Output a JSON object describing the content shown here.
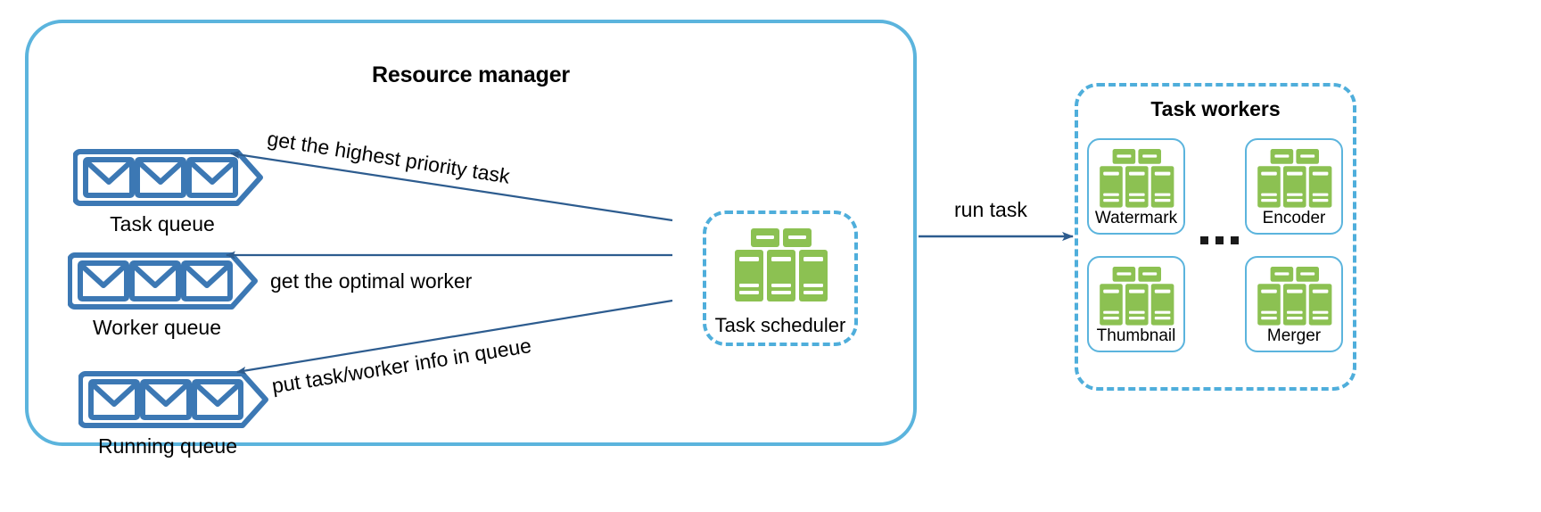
{
  "diagram": {
    "title": "Resource manager / Task workers architecture",
    "colors": {
      "container_border": "#5BB4DD",
      "dashed_border": "#4FAEDB",
      "queue_blue": "#3C78B4",
      "server_green": "#8CC152",
      "arrow_navy": "#2D5C8F",
      "text": "#000000",
      "background": "#FFFFFF"
    }
  },
  "resource_manager": {
    "title": "Resource manager",
    "queues": [
      {
        "id": "task",
        "label": "Task queue",
        "icon": "envelope-icon",
        "item_count": 3
      },
      {
        "id": "worker",
        "label": "Worker queue",
        "icon": "envelope-icon",
        "item_count": 3
      },
      {
        "id": "running",
        "label": "Running queue",
        "icon": "envelope-icon",
        "item_count": 3
      }
    ],
    "scheduler": {
      "label": "Task scheduler",
      "icon": "server-rack-icon"
    }
  },
  "task_workers": {
    "title": "Task workers",
    "ellipsis": "...",
    "workers": [
      {
        "id": "watermark",
        "label": "Watermark",
        "icon": "server-rack-icon"
      },
      {
        "id": "encoder",
        "label": "Encoder",
        "icon": "server-rack-icon"
      },
      {
        "id": "thumbnail",
        "label": "Thumbnail",
        "icon": "server-rack-icon"
      },
      {
        "id": "merger",
        "label": "Merger",
        "icon": "server-rack-icon"
      }
    ]
  },
  "edges": [
    {
      "id": "highest-priority",
      "label": "get the highest priority task",
      "from": "task-scheduler",
      "to": "task-queue"
    },
    {
      "id": "optimal-worker",
      "label": "get the optimal worker",
      "from": "task-scheduler",
      "to": "worker-queue"
    },
    {
      "id": "put-info",
      "label": "put task/worker info in queue",
      "from": "task-scheduler",
      "to": "running-queue"
    },
    {
      "id": "run-task",
      "label": "run task",
      "from": "resource-manager",
      "to": "task-workers"
    }
  ]
}
